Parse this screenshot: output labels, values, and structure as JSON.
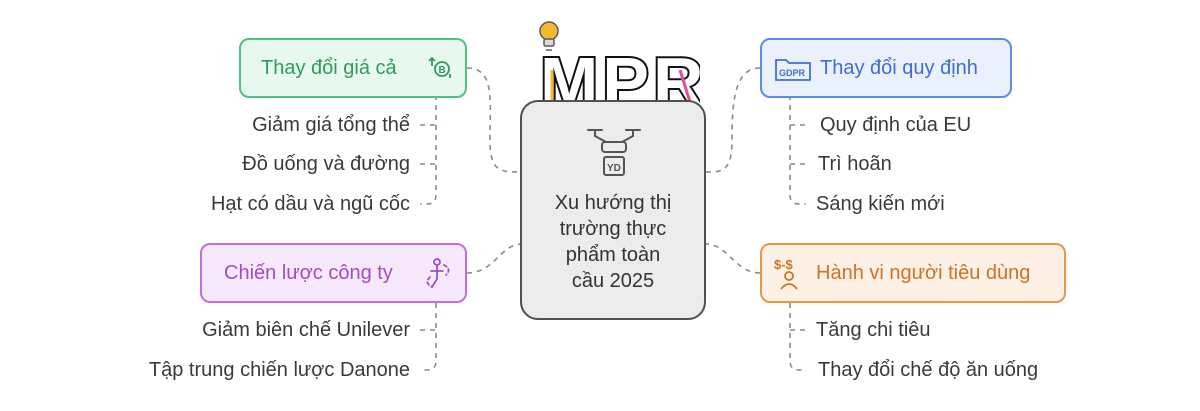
{
  "center": {
    "title_lines": [
      "Xu hướng thị",
      "trường thực",
      "phẩm toàn",
      "cầu 2025"
    ],
    "icon": "drone-icon",
    "logo_text": "MPR",
    "logo_icon": "lightbulb-icon"
  },
  "branches": [
    {
      "label": "Thay đổi giá cả",
      "icon": "price-tag-refresh-icon",
      "colors": {
        "border": "#4fc386",
        "fill": "#e9f8ef",
        "text": "#2e9c5f"
      },
      "children": [
        "Giảm giá tổng thể",
        "Đồ uống và đường",
        "Hạt có dầu và ngũ cốc"
      ]
    },
    {
      "label": "Chiến lược công ty",
      "icon": "person-strategy-icon",
      "colors": {
        "border": "#c16fe0",
        "fill": "#f7e9fc",
        "text": "#a14cc4"
      },
      "children": [
        "Giảm biên chế Unilever",
        "Tập trung chiến lược Danone"
      ]
    },
    {
      "label": "Thay đổi quy định",
      "icon": "gdpr-folder-icon",
      "colors": {
        "border": "#5b8be6",
        "fill": "#eaf1fd",
        "text": "#3e6fcf"
      },
      "children": [
        "Quy định của EU",
        "Trì hoãn",
        "Sáng kiến mới"
      ]
    },
    {
      "label": "Hành vi người tiêu dùng",
      "icon": "consumer-money-icon",
      "colors": {
        "border": "#e8974a",
        "fill": "#fdf1e6",
        "text": "#cf7322"
      },
      "children": [
        "Tăng chi tiêu",
        "Thay đổi chế độ ăn uống"
      ]
    }
  ]
}
